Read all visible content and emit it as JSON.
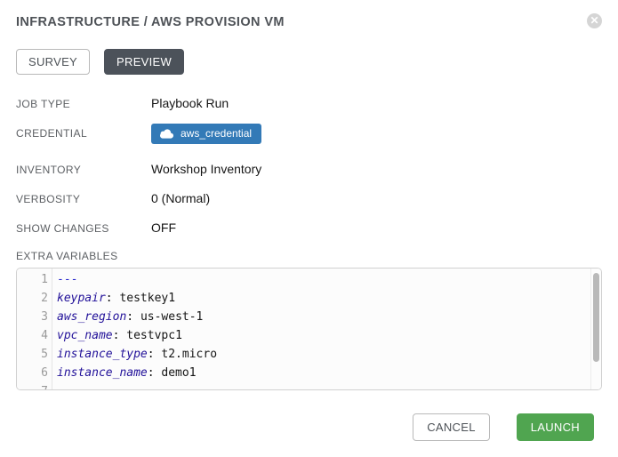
{
  "modal": {
    "title": "INFRASTRUCTURE / AWS PROVISION VM",
    "close_glyph": "✕"
  },
  "tabs": [
    {
      "label": "SURVEY",
      "active": false
    },
    {
      "label": "PREVIEW",
      "active": true
    }
  ],
  "details": [
    {
      "label": "JOB TYPE",
      "value": "Playbook Run"
    },
    {
      "label": "CREDENTIAL",
      "value": "aws_credential",
      "icon": "cloud-icon"
    },
    {
      "label": "INVENTORY",
      "value": "Workshop Inventory"
    },
    {
      "label": "VERBOSITY",
      "value": "0 (Normal)"
    },
    {
      "label": "SHOW CHANGES",
      "value": "OFF"
    }
  ],
  "extra_variables": {
    "label": "EXTRA VARIABLES",
    "lines": [
      {
        "n": "1",
        "doc": "---"
      },
      {
        "n": "2",
        "key": "keypair",
        "punct": ": ",
        "val": "testkey1"
      },
      {
        "n": "3",
        "key": "aws_region",
        "punct": ": ",
        "val": "us-west-1"
      },
      {
        "n": "4",
        "key": "vpc_name",
        "punct": ": ",
        "val": "testvpc1"
      },
      {
        "n": "5",
        "key": "instance_type",
        "punct": ": ",
        "val": "t2.micro"
      },
      {
        "n": "6",
        "key": "instance_name",
        "punct": ": ",
        "val": "demo1"
      },
      {
        "n": "7"
      }
    ]
  },
  "footer": {
    "cancel_label": "CANCEL",
    "launch_label": "LAUNCH"
  },
  "colors": {
    "credential_badge": "#337ab7",
    "active_tab": "#4c525a",
    "launch_button": "#50a550",
    "yaml_key": "#221199",
    "yaml_doc_separator": "#2222cc"
  }
}
